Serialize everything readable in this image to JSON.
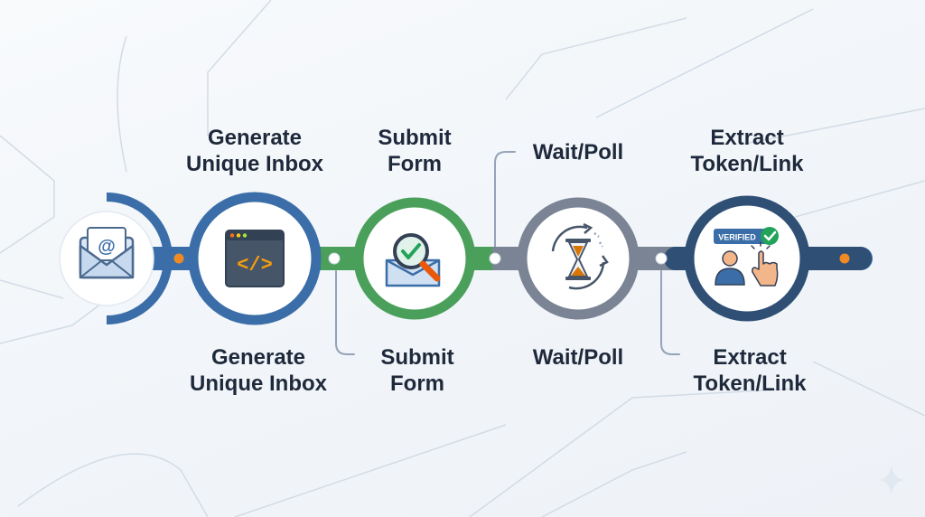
{
  "steps": [
    {
      "top_label": {
        "line1": "",
        "line2": ""
      },
      "bottom_label": {
        "line1": "",
        "line2": ""
      },
      "icon": "envelope-at-icon",
      "color": "#3b6ea8"
    },
    {
      "top_label": {
        "line1": "Generate",
        "line2": "Unique Inbox"
      },
      "bottom_label": {
        "line1": "Generate",
        "line2": "Unique Inbox"
      },
      "icon": "code-window-icon",
      "color": "#3b6ea8"
    },
    {
      "top_label": {
        "line1": "Submit",
        "line2": "Form"
      },
      "bottom_label": {
        "line1": "Submit",
        "line2": "Form"
      },
      "icon": "magnifier-check-envelope-icon",
      "color": "#4aa05a"
    },
    {
      "top_label": {
        "line1": "Wait/Poll",
        "line2": ""
      },
      "bottom_label": {
        "line1": "Wait/Poll",
        "line2": ""
      },
      "icon": "hourglass-refresh-icon",
      "color": "#6b7280"
    },
    {
      "top_label": {
        "line1": "Extract",
        "line2": "Token/Link"
      },
      "bottom_label": {
        "line1": "Extract",
        "line2": "Token/Link"
      },
      "icon": "verified-user-click-icon",
      "color": "#2f4f75"
    }
  ],
  "badge": {
    "text": "VERIFIED"
  },
  "icons": {
    "email_symbol": "@",
    "code_symbol": "</>"
  },
  "colors": {
    "blue": "#3b6ea8",
    "green": "#4aa05a",
    "gray": "#6b7280",
    "navy": "#2f4f75",
    "orange": "#f08a24",
    "text": "#1e293b"
  }
}
